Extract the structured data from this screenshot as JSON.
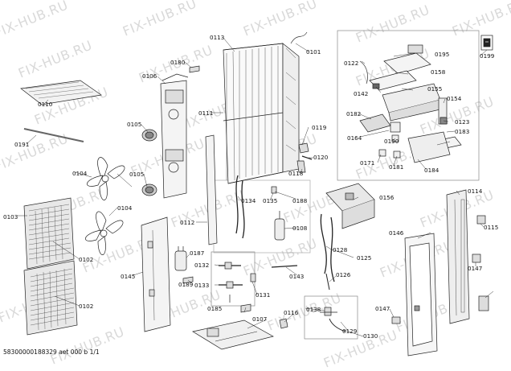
{
  "watermark": "FIX-HUB.RU",
  "footer": "58300000188329 aet 000 b 1/1",
  "parts": {
    "p0101": "0101",
    "p0102a": "0102",
    "p0102b": "0102",
    "p0103": "0103",
    "p0104a": "0104",
    "p0104b": "0104",
    "p0105a": "0105",
    "p0105b": "0105",
    "p0106": "0106",
    "p0107": "0107",
    "p0108": "0108",
    "p0110": "0110",
    "p0111": "0111",
    "p0112": "0112",
    "p0113": "0113",
    "p0114": "0114",
    "p0115": "0115",
    "p0116": "0116",
    "p0118": "0118",
    "p0119": "0119",
    "p0120": "0120",
    "p0122": "0122",
    "p0123": "0123",
    "p0125": "0125",
    "p0126": "0126",
    "p0128": "0128",
    "p0129": "0129",
    "p0130": "0130",
    "p0131": "0131",
    "p0132": "0132",
    "p0133": "0133",
    "p0134": "0134",
    "p0135": "0135",
    "p0138": "0138",
    "p0142": "0142",
    "p0143": "0143",
    "p0145": "0145",
    "p0146": "0146",
    "p0147a": "0147",
    "p0147b": "0147",
    "p0154": "0154",
    "p0155": "0155",
    "p0156": "0156",
    "p0158": "0158",
    "p0164": "0164",
    "p0171": "0171",
    "p0180": "0180",
    "p0181": "0181",
    "p0182": "0182",
    "p0183": "0183",
    "p0184": "0184",
    "p0185": "0185",
    "p0187": "0187",
    "p0188": "0188",
    "p0189": "0189",
    "p0190": "0190",
    "p0191": "0191",
    "p0195": "0195",
    "p0199": "0199"
  },
  "icons": {
    "manual": "manual-book-icon"
  }
}
